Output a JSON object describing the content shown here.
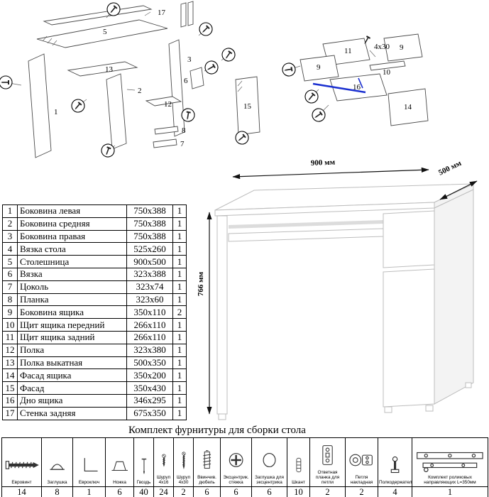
{
  "colors": {
    "highlight_blue": "#1a2fd0",
    "line_gray": "#bdbdbd"
  },
  "dimensions": {
    "width": "900 мм",
    "depth": "500 мм",
    "height": "766 мм"
  },
  "exploded_main": {
    "labels": [
      "17",
      "5",
      "13",
      "2",
      "1",
      "3",
      "6",
      "12",
      "15",
      "8",
      "7"
    ]
  },
  "exploded_drawer": {
    "labels": [
      "11",
      "9",
      "9",
      "10",
      "16",
      "14"
    ],
    "screw_note": "4x30"
  },
  "parts_table": {
    "rows": [
      {
        "num": "1",
        "name": "Боковина левая",
        "size": "750x388",
        "qty": "1"
      },
      {
        "num": "2",
        "name": "Боковина средняя",
        "size": "750x388",
        "qty": "1"
      },
      {
        "num": "3",
        "name": "Боковина правая",
        "size": "750x388",
        "qty": "1"
      },
      {
        "num": "4",
        "name": "Вязка стола",
        "size": "525x260",
        "qty": "1"
      },
      {
        "num": "5",
        "name": "Столешница",
        "size": "900x500",
        "qty": "1"
      },
      {
        "num": "6",
        "name": "Вязка",
        "size": "323x388",
        "qty": "1"
      },
      {
        "num": "7",
        "name": "Цоколь",
        "size": "323x74",
        "qty": "1"
      },
      {
        "num": "8",
        "name": "Планка",
        "size": "323x60",
        "qty": "1"
      },
      {
        "num": "9",
        "name": "Боковина ящика",
        "size": "350x110",
        "qty": "2"
      },
      {
        "num": "10",
        "name": "Щит ящика передний",
        "size": "266x110",
        "qty": "1"
      },
      {
        "num": "11",
        "name": "Щит ящика задний",
        "size": "266x110",
        "qty": "1"
      },
      {
        "num": "12",
        "name": "Полка",
        "size": "323x380",
        "qty": "1"
      },
      {
        "num": "13",
        "name": "Полка выкатная",
        "size": "500x350",
        "qty": "1"
      },
      {
        "num": "14",
        "name": "Фасад ящика",
        "size": "350x200",
        "qty": "1"
      },
      {
        "num": "15",
        "name": "Фасад",
        "size": "350x430",
        "qty": "1"
      },
      {
        "num": "16",
        "name": "Дно ящика",
        "size": "346x295",
        "qty": "1"
      },
      {
        "num": "17",
        "name": "Стенка задняя",
        "size": "675x350",
        "qty": "1"
      }
    ]
  },
  "hardware": {
    "title": "Комплект фурнитуры для сборки стола",
    "items": [
      {
        "name": "Евровинт",
        "qty": "14",
        "icon": "confirmat-screw-icon"
      },
      {
        "name": "Заглушка",
        "qty": "8",
        "icon": "cap-icon"
      },
      {
        "name": "Евроключ",
        "qty": "1",
        "icon": "hex-key-icon"
      },
      {
        "name": "Ножка",
        "qty": "6",
        "icon": "foot-icon"
      },
      {
        "name": "Гвоздь",
        "qty": "40",
        "icon": "nail-icon"
      },
      {
        "name": "Шуруп 4x16",
        "qty": "24",
        "icon": "screw-4x16-icon"
      },
      {
        "name": "Шуруп 4x30",
        "qty": "2",
        "icon": "screw-4x30-icon"
      },
      {
        "name": "Ввинчив. дюбель",
        "qty": "6",
        "icon": "screw-in-dowel-icon"
      },
      {
        "name": "Эксцентрик. стяжка",
        "qty": "6",
        "icon": "cam-lock-icon"
      },
      {
        "name": "Заглушка для эксцентрика",
        "qty": "6",
        "icon": "cam-cap-icon"
      },
      {
        "name": "Шкант",
        "qty": "10",
        "icon": "dowel-pin-icon"
      },
      {
        "name": "Ответная планка для петли",
        "qty": "2",
        "icon": "hinge-plate-icon"
      },
      {
        "name": "Петля накладная",
        "qty": "2",
        "icon": "overlay-hinge-icon"
      },
      {
        "name": "Полкодержатель",
        "qty": "4",
        "icon": "shelf-support-icon"
      },
      {
        "name": "Комплект роликовых направляющих L=350мм",
        "qty": "1",
        "icon": "roller-guides-icon"
      }
    ]
  }
}
